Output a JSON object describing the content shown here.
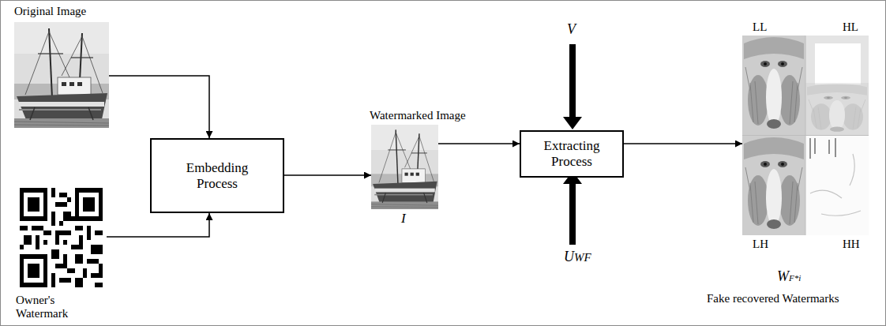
{
  "diagram": {
    "nodes": [
      {
        "text": [
          "Original Image"
        ]
      },
      {
        "text": [
          "Owner's Watermark"
        ]
      },
      {
        "text": [
          "Embedding Process"
        ]
      },
      {
        "text": [
          "Watermarked Image",
          "I"
        ]
      },
      {
        "text": [
          "Extracting Process"
        ]
      },
      {
        "text": [
          "WF*i",
          "Fake recovered Watermarks"
        ]
      }
    ],
    "edges": [
      {
        "from": 0,
        "to": 2,
        "arrow": "to"
      },
      {
        "from": 1,
        "to": 2,
        "arrow": "to"
      },
      {
        "from": 2,
        "to": 3,
        "arrow": "to"
      },
      {
        "from": 3,
        "to": 4,
        "arrow": "to"
      },
      {
        "from": 4,
        "to": 5,
        "arrow": "to"
      }
    ],
    "labels": [
      "V",
      "UWF",
      "LL",
      "HL",
      "LH",
      "HH"
    ]
  }
}
